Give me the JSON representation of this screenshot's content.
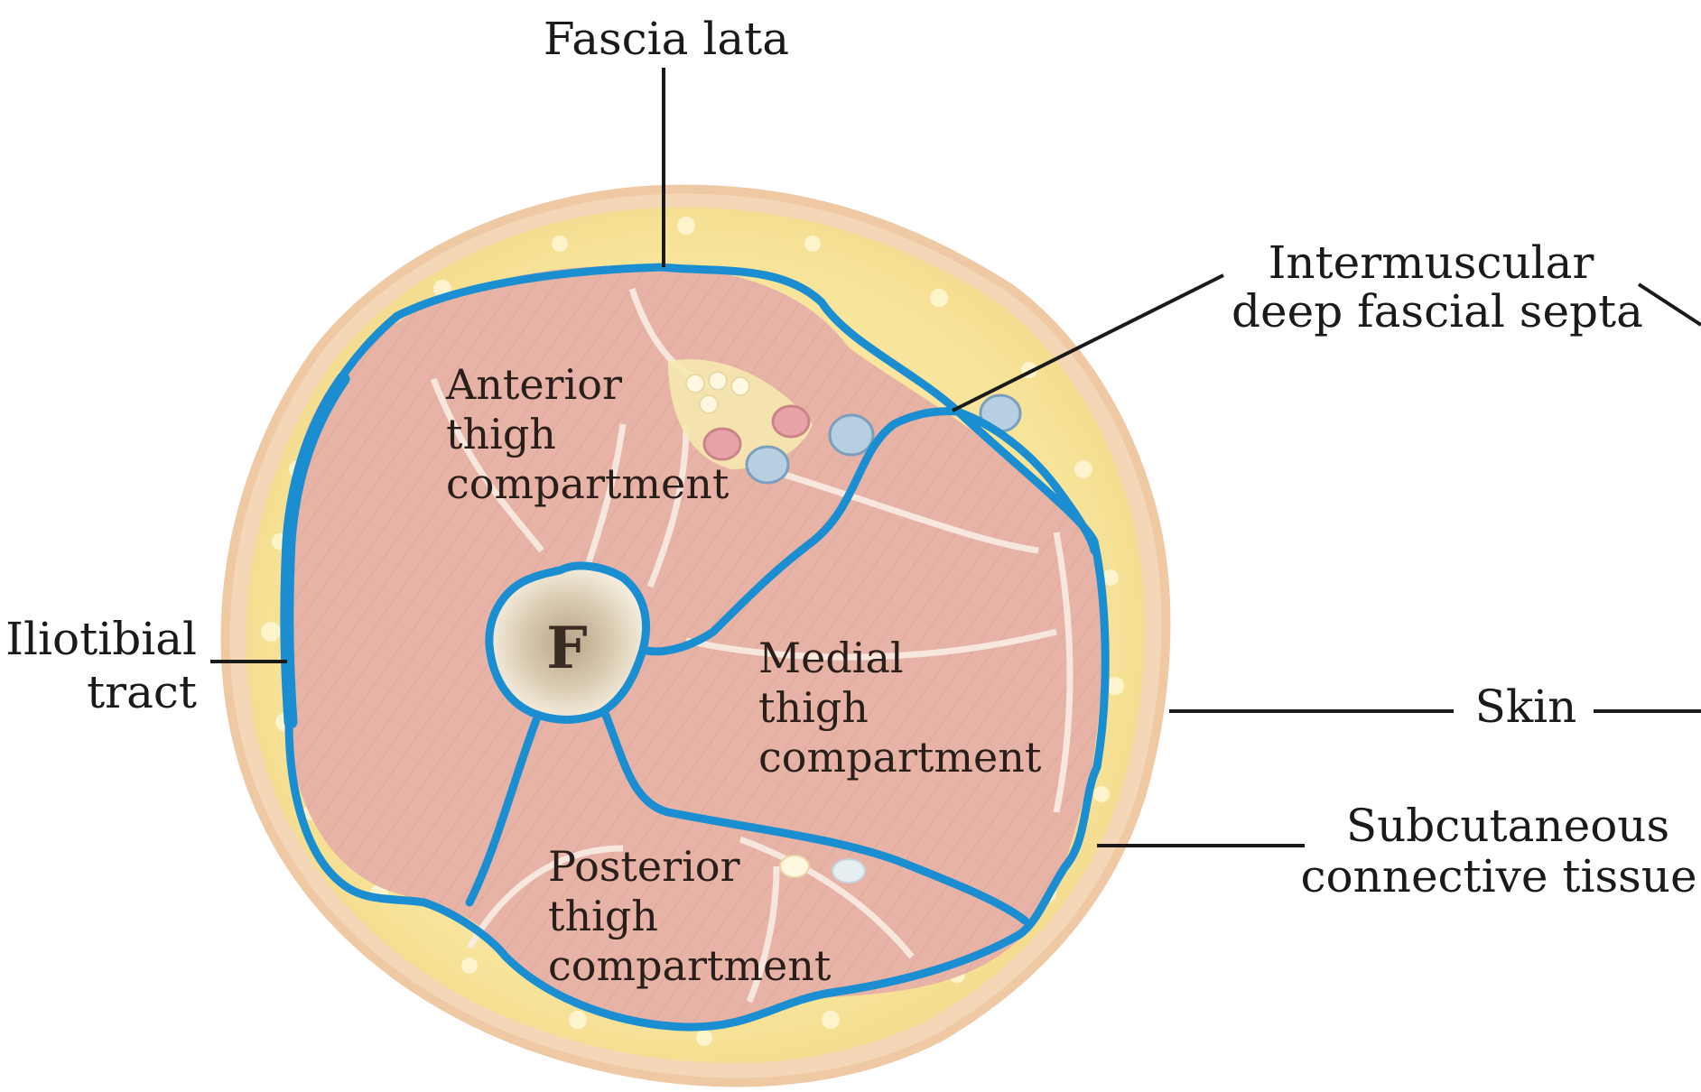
{
  "figure": {
    "labels": {
      "fascia_lata": "Fascia lata",
      "septa": [
        "Intermuscular",
        "deep fascial septa"
      ],
      "iliotibial": [
        "Iliotibial",
        "tract"
      ],
      "skin": "Skin",
      "subcutaneous": [
        "Subcutaneous",
        "connective tissue"
      ],
      "femur": "F"
    },
    "regions": {
      "anterior": [
        "Anterior",
        "thigh",
        "compartment"
      ],
      "medial": [
        "Medial",
        "thigh",
        "compartment"
      ],
      "posterior": [
        "Posterior",
        "thigh",
        "compartment"
      ]
    },
    "colors": {
      "fascia": "#1a8ed1",
      "muscle": "#e7b3a6",
      "fat": "#f7e49a",
      "skin_edge": "#efc8a4",
      "bone": "#efe6d2"
    }
  }
}
